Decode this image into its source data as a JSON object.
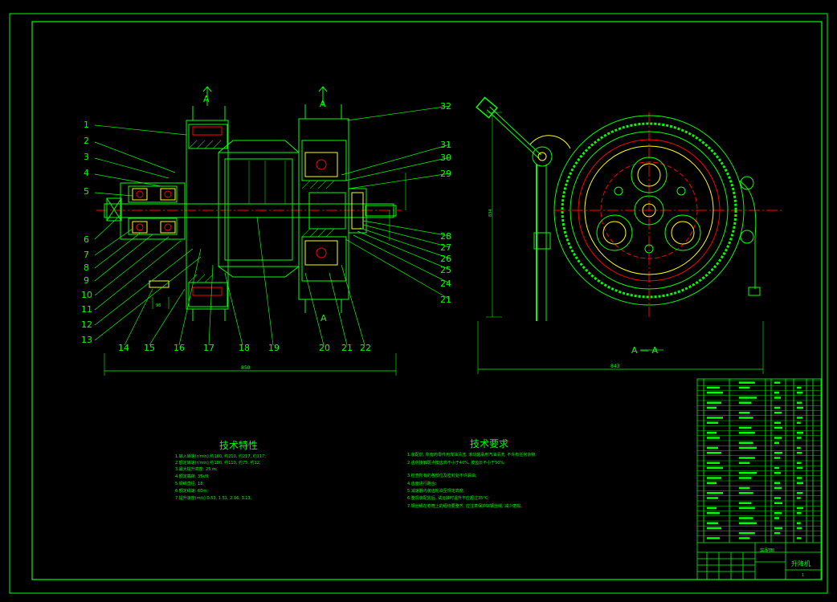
{
  "colors": {
    "background": "#000000",
    "line": "#00ff00",
    "accent": "#ff0000",
    "yellow": "#ffff00",
    "white": "#ffffff",
    "hatch": "#00cc00"
  },
  "left_view": {
    "part_numbers_left": [
      "1",
      "2",
      "3",
      "4",
      "5",
      "6",
      "7",
      "8",
      "9",
      "10",
      "11",
      "12",
      "13"
    ],
    "part_numbers_bottom": [
      "14",
      "15",
      "16",
      "17",
      "18",
      "19",
      "20",
      "21",
      "22"
    ],
    "part_numbers_right": [
      "32",
      "31",
      "30",
      "29",
      "28",
      "27",
      "26",
      "25",
      "24",
      "21"
    ],
    "section_mark_top_left": "A",
    "section_mark_top_right": "A",
    "section_mark_bottom": "A",
    "overall_dimension": "850",
    "small_dim": "98"
  },
  "right_view": {
    "section_label": "A — A",
    "width_dimension": "843",
    "height_dimension": "834"
  },
  "tech_spec": {
    "title": "技术特性",
    "lines": [
      "1.输入转速(r/min):约180, 约210, 约217, 约117;",
      "2.额定转速(r/min):约180, 约110, 约75, 约12;",
      "3.最大提升高度: 25 m;",
      "4.额定载荷: 35kN;",
      "5.钢绳直径: 18;",
      "6.额定绳速: 60m;",
      "7.提升速度(m/s):0.53, 1.51, 2.16, 3.13。"
    ]
  },
  "tech_req": {
    "title": "技术要求",
    "lines": [
      "1.装配前, 所有的零件用煤油清洗, 滚动轴承用汽油清洗, 不许有任何杂物;",
      "2.齿侧接触斑点按齿高不小于40%, 按齿长不小于50%;",
      "3.检查所有的各部位及密封处不许漏油;",
      "4.齿面进行跑合;",
      "5.减速器内装齿轮油至规定高度;",
      "6.整机装配完后, 试运转时温升不应超过35°C;",
      "7.钢丝绳在卷筒上的缠绕要整齐, 应注意保护好钢丝绳, 减少磨损。"
    ]
  },
  "title_block": {
    "drawing_name": "升降机",
    "material_label": "装配图",
    "sheet": "1"
  }
}
